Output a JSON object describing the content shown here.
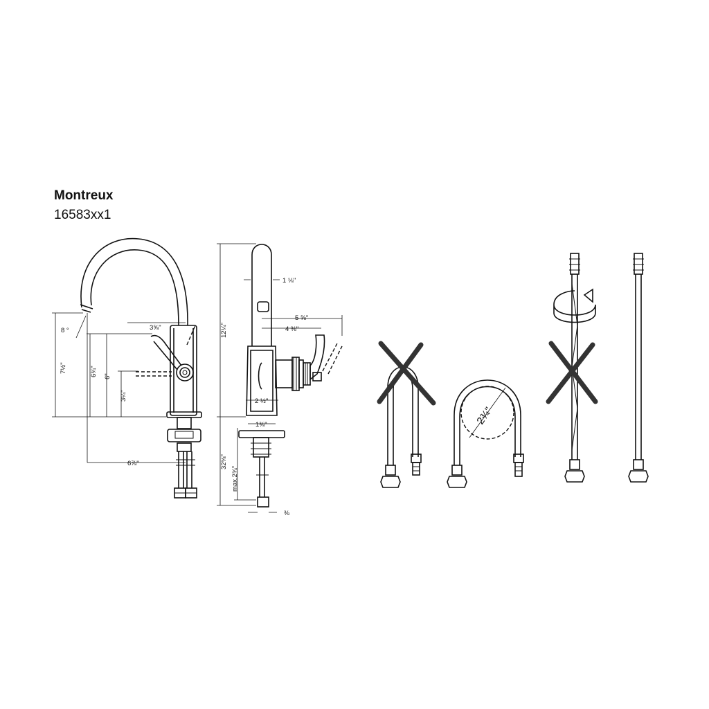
{
  "title": "Montreux",
  "model": "16583xx1",
  "dimensions": {
    "angle": "8 °",
    "h_7_1_2": "7½\"",
    "h_6_3_4": "6¾\"",
    "h_6": "6\"",
    "h_3_1_4": "3¼\"",
    "w_3_5_8": "3⅝\"",
    "w_6_7_8": "6⅞\"",
    "h_12_1_4": "12¼\"",
    "w_1_1_8": "1 ⅛\"",
    "w_5_5_8": "5 ⅝\"",
    "w_4_3_8": "4 ⅜\"",
    "w_2_1_2": "2 ½\"",
    "w_1_3_8": "1⅜\"",
    "h_32_5_8": "32⅝\"",
    "h_max_2_3_4": "max.2¾\"",
    "w_3_8": "⅜",
    "bend_2_3_4": "2¾\""
  }
}
